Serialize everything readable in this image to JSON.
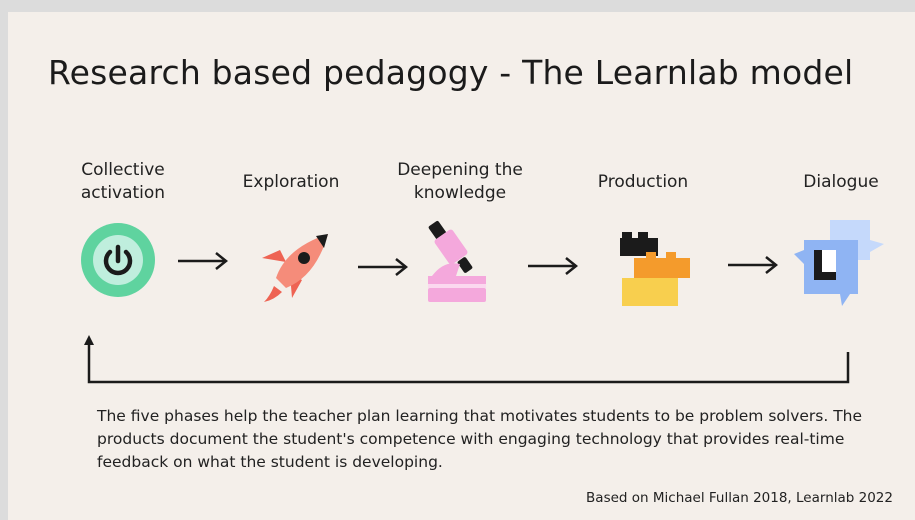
{
  "title": "Research based pedagogy - The Learnlab model",
  "phases": [
    {
      "label": "Collective activation",
      "icon": "power-icon"
    },
    {
      "label": "Exploration",
      "icon": "rocket-icon"
    },
    {
      "label": "Deepening the knowledge",
      "icon": "microscope-icon"
    },
    {
      "label": "Production",
      "icon": "building-blocks-icon"
    },
    {
      "label": "Dialogue",
      "icon": "speech-bubbles-icon"
    }
  ],
  "description": "The five phases help the teacher plan learning that motivates students to be problem solvers. The products document the student's competence with engaging technology that provides real-time feedback on what the student is developing.",
  "source": "Based on Michael Fullan 2018, Learnlab 2022",
  "colors": {
    "background": "#f4efea",
    "power_green": "#5fd39f",
    "rocket_salmon": "#f58c7a",
    "microscope_pink": "#f4a8dc",
    "blocks_orange": "#f49b2c",
    "blocks_yellow": "#f8cf4e",
    "dialogue_blue": "#8fb4f3"
  }
}
